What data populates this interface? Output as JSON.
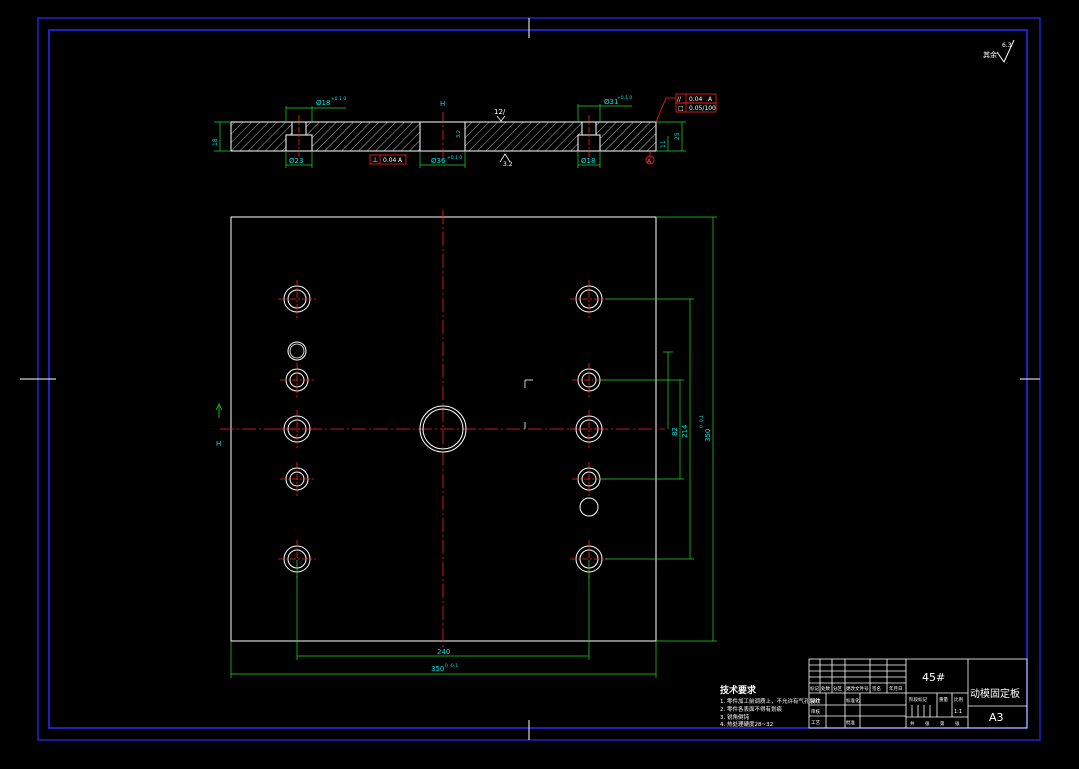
{
  "palette": {
    "background": "#000000",
    "frame": "#2a2aff",
    "outline": "#ffffff",
    "centerline": "#ff2020",
    "dimension": "#22dd22",
    "text_cyan": "#00e0e0",
    "text_white": "#ffffff",
    "tolerance_box": "#ff2020",
    "tolerance_fill": "#cc0000"
  },
  "section_view": {
    "section_mark_top": "H",
    "roughness_top": "12/",
    "roughness_bottom": "3.2",
    "dims": {
      "top_left_bore": "Ø18",
      "top_left_bore_tol": "+0.1 0",
      "top_right_bore": "Ø31",
      "top_right_bore_tol": "+0.1 0",
      "bottom_left": "Ø23",
      "bottom_center": "Ø36",
      "bottom_center_tol": "+0.1 0",
      "bottom_right": "Ø18",
      "left_thickness": "18",
      "right_thickness": "25",
      "right_small": "11",
      "center_small": "3.2"
    },
    "datum_a": "A",
    "tol_left": {
      "symbol": "⊥",
      "value": "0.04",
      "datum": "A"
    },
    "tol_right": [
      {
        "symbol": "//",
        "value": "0.04",
        "datum": "A"
      },
      {
        "symbol": "□",
        "value": "0.05/100",
        "datum": ""
      }
    ]
  },
  "plan_view": {
    "section_mark_left": "H",
    "dims": {
      "hole_span_bottom": "240",
      "overall_width": "350",
      "overall_width_tol": "0 -0.1",
      "inner_span_right": "82",
      "outer_span_right": "214",
      "overall_height": "350",
      "overall_height_tol": "0 -0.1"
    }
  },
  "surface_note": "其余",
  "surface_note_value": "6.3",
  "tech_requirements": {
    "title": "技术要求",
    "lines": [
      "1. 零件加工前调质上，不允许有气孔裂纹",
      "2. 零件各表面不得有划痕",
      "3. 锐角倒钝",
      "4. 热处理硬度28~32"
    ]
  },
  "title_block": {
    "material": "45#",
    "part_name": "动模固定板",
    "sheet_size": "A3",
    "header_row": [
      "标记",
      "处数",
      "分区",
      "更改文件号",
      "签名",
      "年月日"
    ],
    "row_design": [
      "设计",
      "",
      "标准化"
    ],
    "row_review": [
      "审核",
      "",
      ""
    ],
    "row_process": [
      "工艺",
      "",
      "批准"
    ],
    "stage_labels": [
      "阶段标记",
      "重量",
      "比例"
    ],
    "scale": "1:1",
    "sheet_labels": [
      "共",
      "张",
      "第",
      "张"
    ]
  }
}
